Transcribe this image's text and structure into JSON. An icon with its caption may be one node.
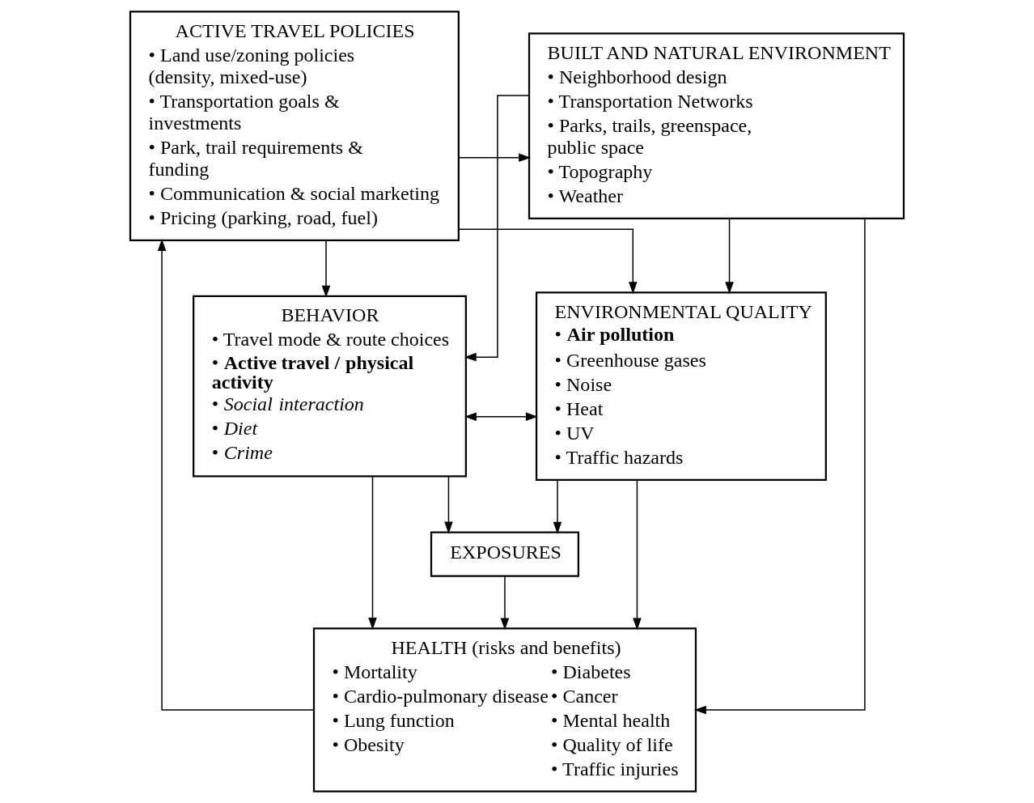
{
  "diagram": {
    "nodes": [
      {
        "text": [
          "ACTIVE TRAVEL POLICIES",
          "• Land use/zoning policies (density, mixed-use)",
          "• Transportation goals & investments",
          "• Park, trail requirements & funding",
          "• Communication & social marketing",
          "• Pricing (parking, road, fuel)"
        ]
      },
      {
        "text": [
          "BUILT AND NATURAL ENVIRONMENT",
          "• Neighborhood design",
          "• Transportation Networks",
          "• Parks, trails, greenspace, public space",
          "• Topography",
          "• Weather"
        ]
      },
      {
        "text": [
          "BEHAVIOR",
          "• Travel mode & route choices",
          "• **Active travel / physical activity**",
          "• *Social interaction*",
          "• *Diet*",
          "• *Crime*"
        ]
      },
      {
        "text": [
          "ENVIRONMENTAL QUALITY",
          "• **Air pollution**",
          "• Greenhouse gases",
          "• Noise",
          "• Heat",
          "• UV",
          "• Traffic hazards"
        ]
      },
      {
        "text": [
          "EXPOSURES"
        ]
      },
      {
        "text": [
          "HEALTH (risks and benefits)",
          "• Mortality",
          "• Cardio-pulmonary disease",
          "• Lung function",
          "• Obesity",
          "• Diabetes",
          "• Cancer",
          "• Mental health",
          "• Quality of life",
          "• Traffic injuries"
        ]
      }
    ],
    "edges": [
      {
        "from": 0,
        "to": 1,
        "arrow": "to"
      },
      {
        "from": 0,
        "to": 2,
        "arrow": "to"
      },
      {
        "from": 0,
        "to": 3,
        "arrow": "to"
      },
      {
        "from": 1,
        "to": 2,
        "arrow": "to"
      },
      {
        "from": 1,
        "to": 3,
        "arrow": "to"
      },
      {
        "from": 2,
        "to": 3,
        "arrow": "both"
      },
      {
        "from": 2,
        "to": 4,
        "arrow": "to"
      },
      {
        "from": 3,
        "to": 4,
        "arrow": "to"
      },
      {
        "from": 2,
        "to": 5,
        "arrow": "to"
      },
      {
        "from": 4,
        "to": 5,
        "arrow": "to"
      },
      {
        "from": 3,
        "to": 5,
        "arrow": "to"
      },
      {
        "from": 5,
        "to": 0,
        "arrow": "to"
      },
      {
        "from": 1,
        "to": 5,
        "arrow": "to"
      }
    ]
  }
}
